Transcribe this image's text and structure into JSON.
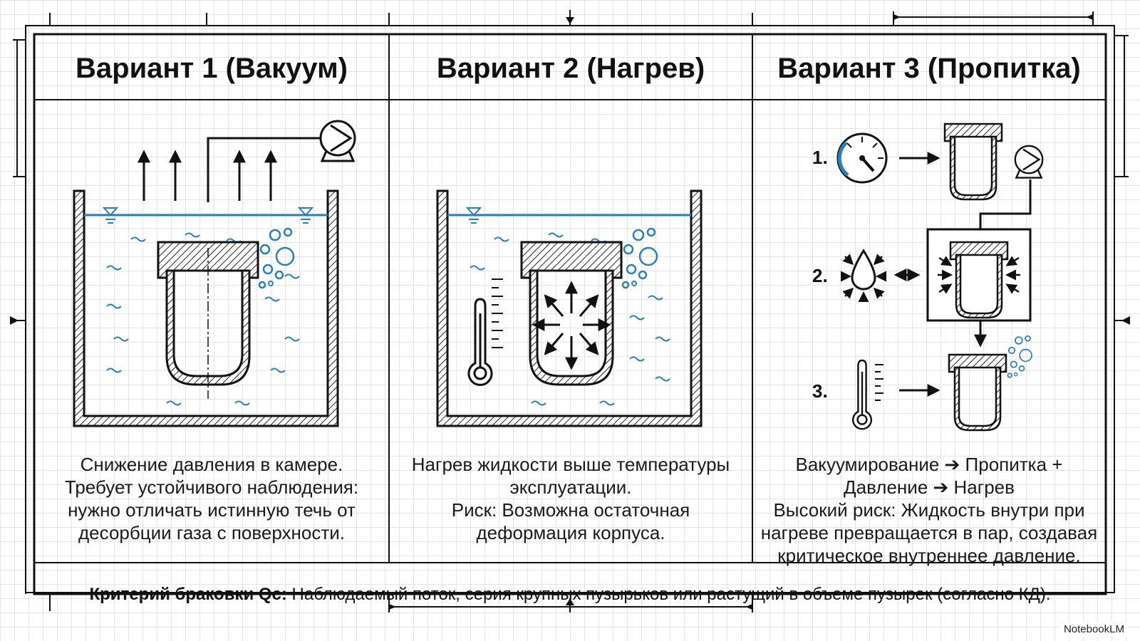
{
  "columns": [
    {
      "title": "Вариант 1 (Вакуум)",
      "lines": [
        "Снижение давления в камере.",
        "Требует устойчивого наблюдения:",
        "нужно отличать истинную течь от",
        "десорбции газа с поверхности."
      ]
    },
    {
      "title": "Вариант 2 (Нагрев)",
      "lines": [
        "Нагрев жидкости выше температуры",
        "эксплуатации.",
        "Риск: Возможна остаточная",
        "деформация корпуса."
      ]
    },
    {
      "title": "Вариант 3 (Пропитка)",
      "lines": [
        "Вакуумирование ➔ Пропитка +",
        "Давление ➔ Нагрев",
        "Высокий риск: Жидкость внутри при",
        "нагреве превращается в пар, создавая",
        "критическое внутреннее давление."
      ],
      "steps": [
        "1.",
        "2.",
        "3."
      ]
    }
  ],
  "footer": {
    "label": "Критерий браковки Qc:",
    "text": " Наблюдаемый поток, серия крупных пузырьков или растущий в объеме пузырек (согласно КД)."
  },
  "brand": "NotebookLM",
  "icons": [
    "vacuum-pump-icon",
    "thermometer-icon",
    "pressure-gauge-icon",
    "droplet-icon"
  ],
  "colors": {
    "liquid": "#2a7fb8",
    "line": "#111111",
    "grid": "#e4e4e4"
  }
}
